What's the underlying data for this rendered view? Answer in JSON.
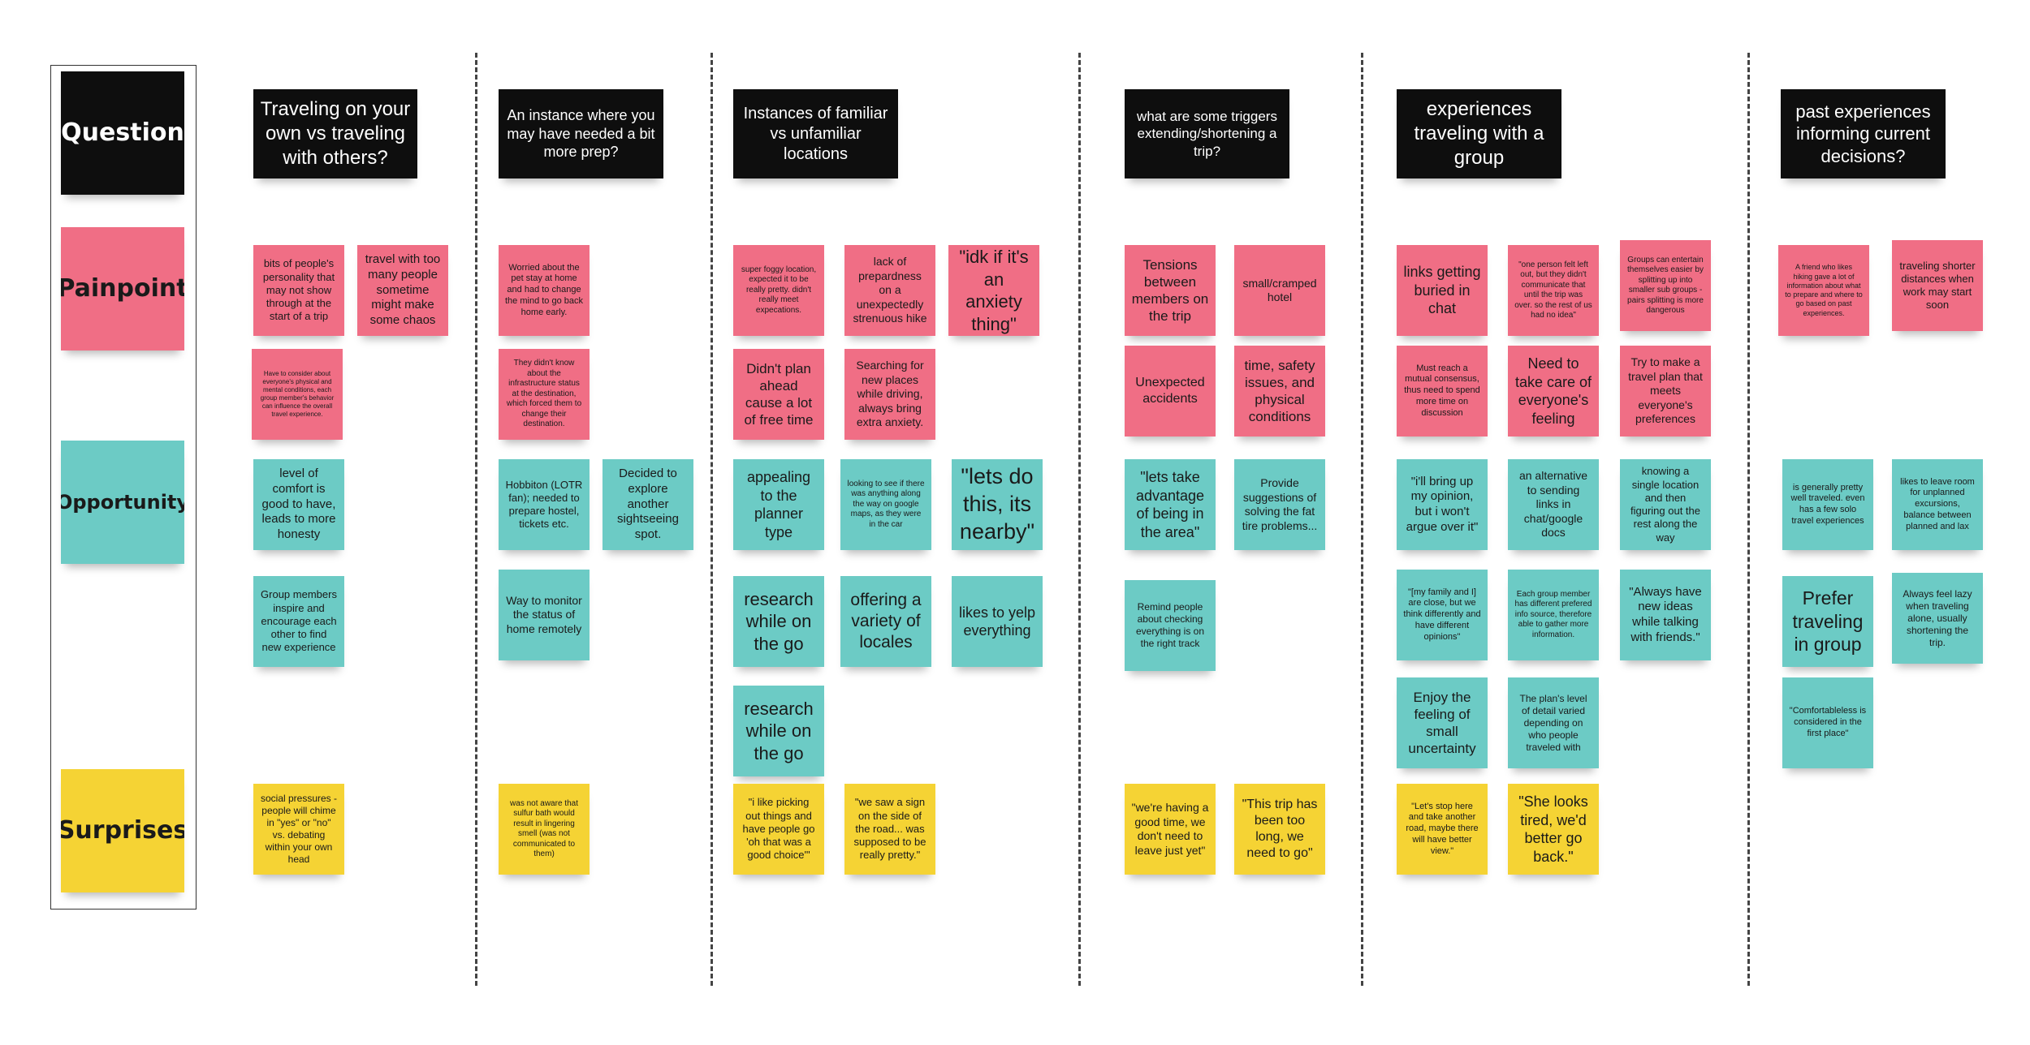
{
  "legend": [
    {
      "label": "Question",
      "color": "black"
    },
    {
      "label": "Painpoint",
      "color": "pink"
    },
    {
      "label": "Opportunity",
      "color": "teal"
    },
    {
      "label": "Surprises",
      "color": "yellow"
    }
  ],
  "colors": {
    "pink": "#f06e85",
    "teal": "#6ccbc5",
    "yellow": "#f5d334",
    "black": "#0e0e0e"
  },
  "columns": [
    {
      "question": "Traveling on your own vs traveling with others?",
      "painpoints": [
        "bits of people's personality that may not show through at the start of a trip",
        "travel with too many people sometime might make some chaos",
        "Have to consider about everyone's physical and mental conditions, each group member's behavior can influence the overall travel experience."
      ],
      "opportunities": [
        "level of comfort is good to have, leads to more honesty",
        "Group members inspire and encourage each other to find new experience"
      ],
      "surprises": [
        "social pressures - people will chime in \"yes\" or \"no\" vs. debating within your own head"
      ]
    },
    {
      "question": "An instance where you may have needed a bit more prep?",
      "painpoints": [
        "Worried about the pet stay at home and had to change the mind to go back home early.",
        "They didn't know about the infrastructure status at the destination, which forced them to change their destination."
      ],
      "opportunities": [
        "Hobbiton (LOTR fan); needed to prepare hostel, tickets etc.",
        "Decided to explore another sightseeing spot.",
        "Way to monitor the status of home remotely"
      ],
      "surprises": [
        "was not aware that sulfur bath would result in lingering smell (was not communicated to them)"
      ]
    },
    {
      "question": "Instances of familiar vs unfamiliar locations",
      "painpoints": [
        "super foggy location, expected it to be really pretty. didn't really meet expecations.",
        "lack of prepardness on a unexpectedly strenuous hike",
        "\"idk if it's an anxiety thing\"",
        "Didn't plan ahead cause a lot of free time",
        "Searching for new places while driving, always bring extra anxiety."
      ],
      "opportunities": [
        "appealing to the planner type",
        "looking to see if there was anything along the way on google maps, as they were in the car",
        "\"lets do this, its nearby\"",
        "research while on the go",
        "offering a variety of locales",
        "likes to yelp everything",
        "research while on the go"
      ],
      "surprises": [
        "\"i like picking out things and have people go 'oh that was a good choice'\"",
        "\"we saw a sign on the side of the road... was supposed to be really pretty.\""
      ]
    },
    {
      "question": "what are some triggers extending/shortening a trip?",
      "painpoints": [
        "Tensions between members on the trip",
        "small/cramped hotel",
        "Unexpected accidents",
        "time, safety issues, and physical conditions"
      ],
      "opportunities": [
        "\"lets take advantage of being in the area\"",
        "Provide suggestions of solving the fat tire problems...",
        "Remind people about checking everything is on the right track"
      ],
      "surprises": [
        "\"we're having a good time, we don't need to leave just yet\"",
        "\"This trip has been too long, we need to go\""
      ]
    },
    {
      "question": "experiences traveling with a group",
      "painpoints": [
        "links getting buried in chat",
        "\"one person felt left out, but they didn't communicate that until the trip was over. so the rest of us had no idea\"",
        "Groups can entertain themselves easier by splitting up into smaller sub groups - pairs splitting is more dangerous",
        "Must reach a mutual consensus, thus need to spend more time on discussion",
        "Need to take care of everyone's feeling",
        "Try to make a travel plan that meets everyone's preferences"
      ],
      "opportunities": [
        "\"i'll bring up my opinion, but i won't argue over it\"",
        "an alternative to sending links in chat/google docs",
        "knowing a single location and then figuring out the rest along the way",
        "\"[my family and I] are close, but we think differently and have different opinions\"",
        "Each group member has different prefered info source, therefore able to gather more information.",
        "\"Always have new ideas while talking with friends.\"",
        "Enjoy the feeling of small uncertainty",
        "The plan's level of detail varied depending on who people traveled with"
      ],
      "surprises": [
        "\"Let's stop here and take another road, maybe there will have better view.\"",
        "\"She looks tired, we'd better go back.\""
      ]
    },
    {
      "question": "past experiences informing current decisions?",
      "painpoints": [
        "A friend who likes hiking gave a lot of information about what to prepare and where to go based on past experiences.",
        "traveling shorter distances when work may start soon"
      ],
      "opportunities": [
        "is generally pretty well traveled. even has a few solo travel experiences",
        "likes to leave room for unplanned excursions, balance between planned and lax",
        "Prefer traveling in group",
        "Always feel lazy when traveling alone, usually shortening the trip.",
        "\"Comfortableless is considered in the first place\""
      ],
      "surprises": []
    }
  ]
}
